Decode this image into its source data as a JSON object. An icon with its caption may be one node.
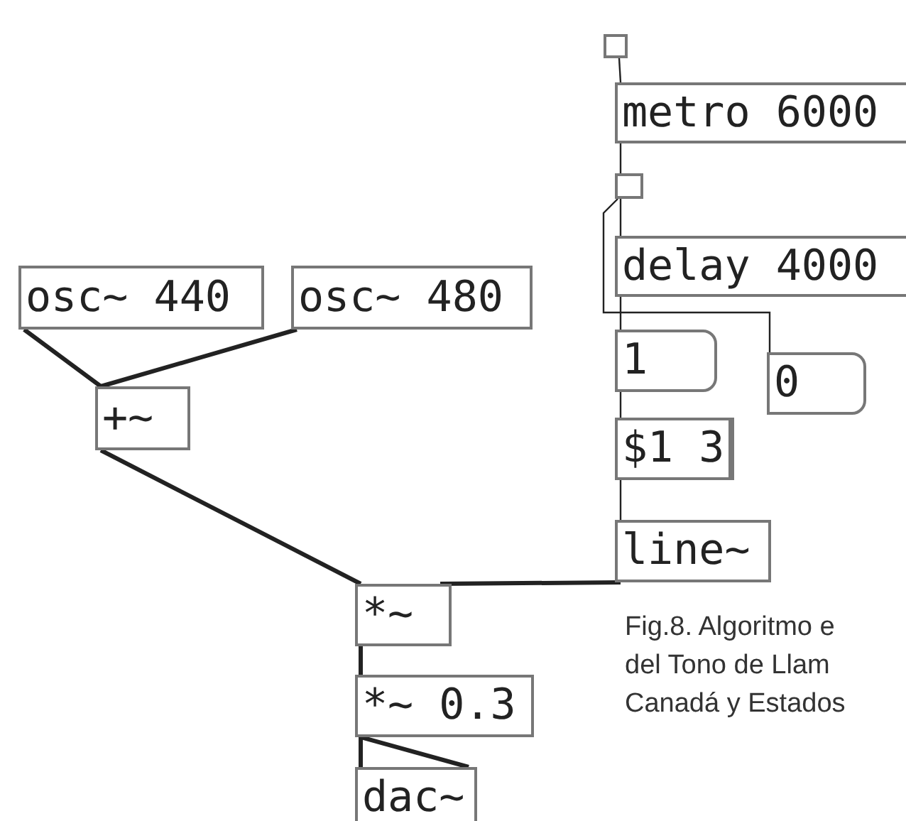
{
  "diagram": {
    "nodes": [
      {
        "text": [],
        "shape": "box"
      },
      {
        "text": [
          "metro 6000"
        ]
      },
      {
        "text": [],
        "shape": "box"
      },
      {
        "text": [
          "delay 4000"
        ]
      },
      {
        "text": [
          "1"
        ]
      },
      {
        "text": [
          "0"
        ]
      },
      {
        "text": [
          "$1 3"
        ]
      },
      {
        "text": [
          "line~"
        ]
      },
      {
        "text": [
          "osc~ 440"
        ]
      },
      {
        "text": [
          "osc~ 480"
        ]
      },
      {
        "text": [
          "+~"
        ]
      },
      {
        "text": [
          "*~"
        ]
      },
      {
        "text": [
          "*~ 0.3"
        ]
      },
      {
        "text": [
          "dac~"
        ]
      }
    ],
    "edges": [
      {
        "from": 0,
        "to": 1,
        "arrow": "none"
      },
      {
        "from": 1,
        "to": 2,
        "arrow": "none"
      },
      {
        "from": 2,
        "to": 3,
        "arrow": "none"
      },
      {
        "from": 2,
        "to": 5,
        "arrow": "none"
      },
      {
        "from": 3,
        "to": 4,
        "arrow": "none"
      },
      {
        "from": 4,
        "to": 6,
        "arrow": "none"
      },
      {
        "from": 6,
        "to": 7,
        "arrow": "none"
      },
      {
        "from": 7,
        "to": 11,
        "arrow": "none",
        "style": "thick"
      },
      {
        "from": 8,
        "to": 10,
        "arrow": "none",
        "style": "thick"
      },
      {
        "from": 9,
        "to": 10,
        "arrow": "none",
        "style": "thick"
      },
      {
        "from": 10,
        "to": 11,
        "arrow": "none",
        "style": "thick"
      },
      {
        "from": 11,
        "to": 12,
        "arrow": "none",
        "style": "thick"
      },
      {
        "from": 12,
        "to": 13,
        "arrow": "none",
        "style": "thick"
      },
      {
        "from": 12,
        "to": 13,
        "arrow": "none",
        "style": "thick"
      }
    ],
    "labels": [
      "Fig.8. Algoritmo e",
      "del Tono de Llam",
      "Canadá y Estados"
    ]
  }
}
